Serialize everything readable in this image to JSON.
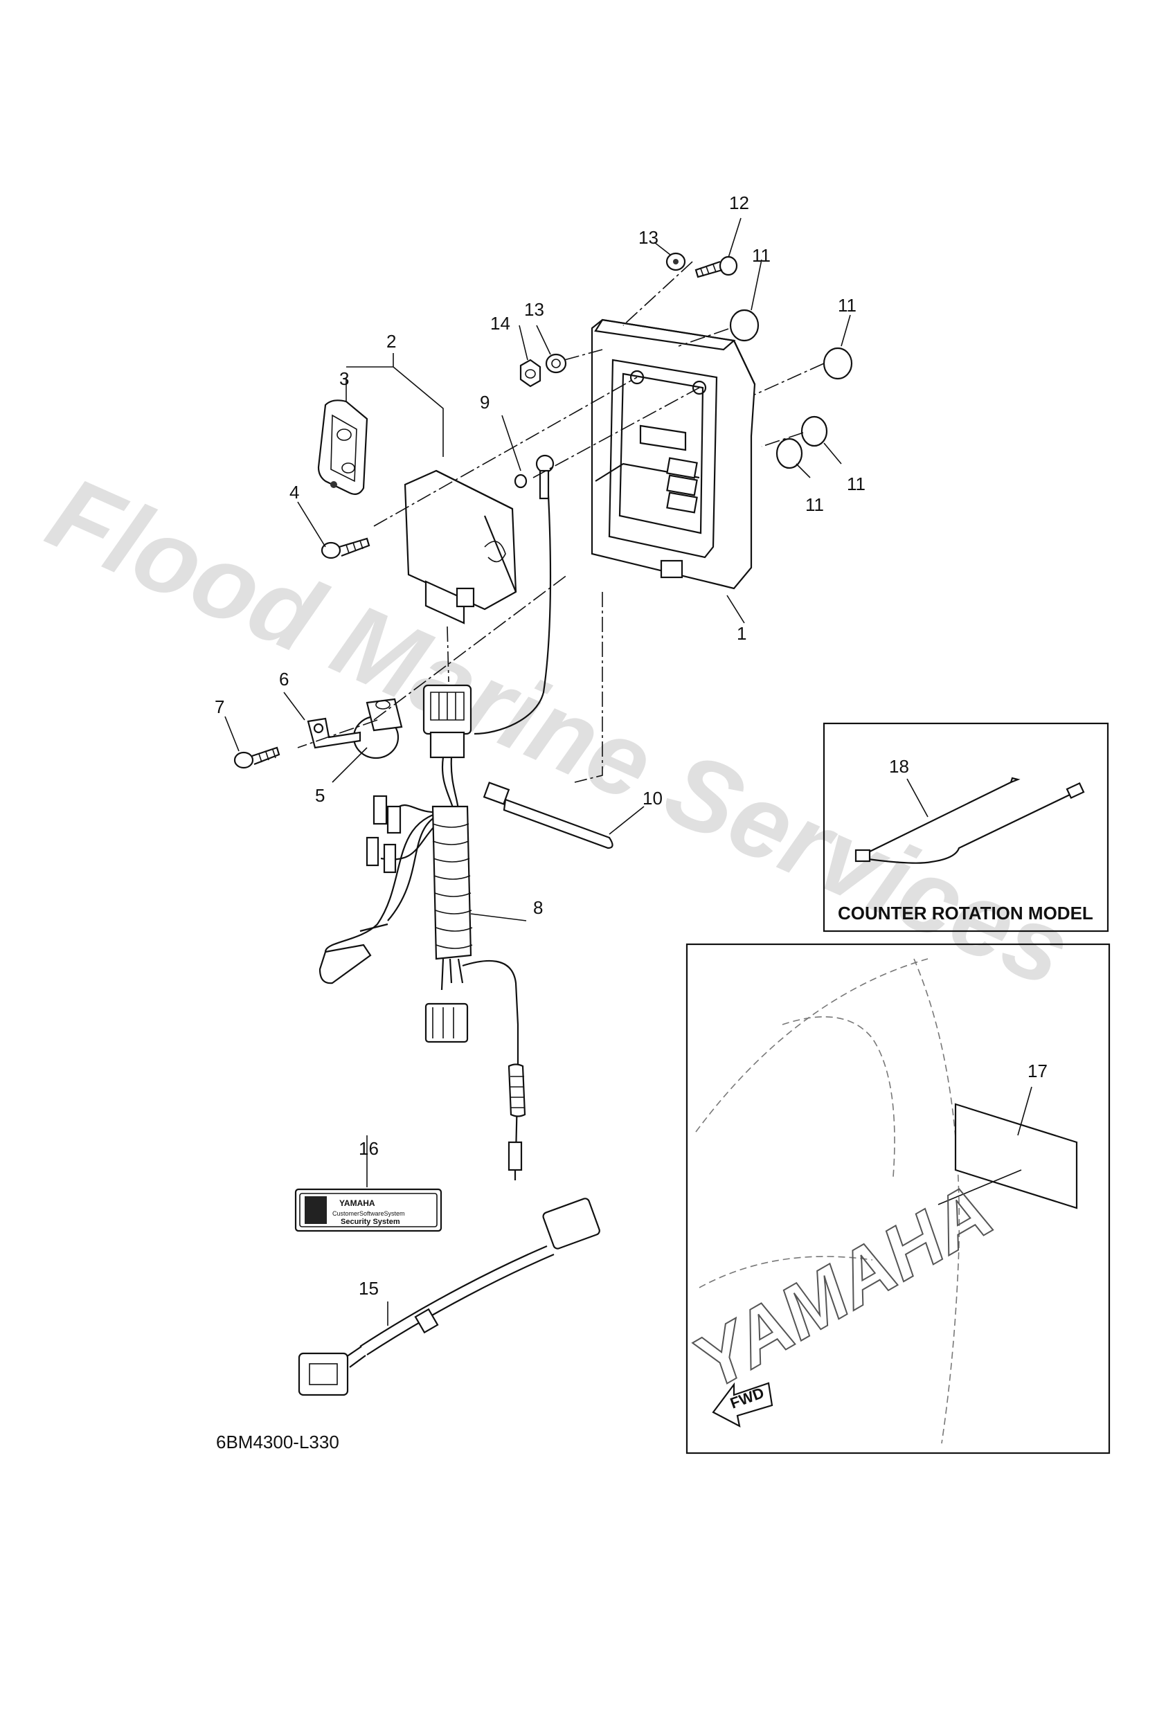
{
  "watermark": "Flood Marine Services",
  "diagram_code": "6BM4300-L330",
  "inset_counter_rotation": {
    "caption": "COUNTER ROTATION MODEL",
    "callout": "18"
  },
  "inset_decal": {
    "callout": "17",
    "brand_mark": "YAMAHA",
    "arrow_text": "FWD"
  },
  "security_label": {
    "brand": "YAMAHA",
    "line2": "CustomerSoftwareSystem",
    "line3": "Security System"
  },
  "callouts": {
    "c1": "1",
    "c2": "2",
    "c3": "3",
    "c4": "4",
    "c5": "5",
    "c6": "6",
    "c7": "7",
    "c8": "8",
    "c9": "9",
    "c10": "10",
    "c11a": "11",
    "c11b": "11",
    "c11c": "11",
    "c11d": "11",
    "c12": "12",
    "c13a": "13",
    "c13b": "13",
    "c14": "14",
    "c15": "15",
    "c16": "16"
  }
}
